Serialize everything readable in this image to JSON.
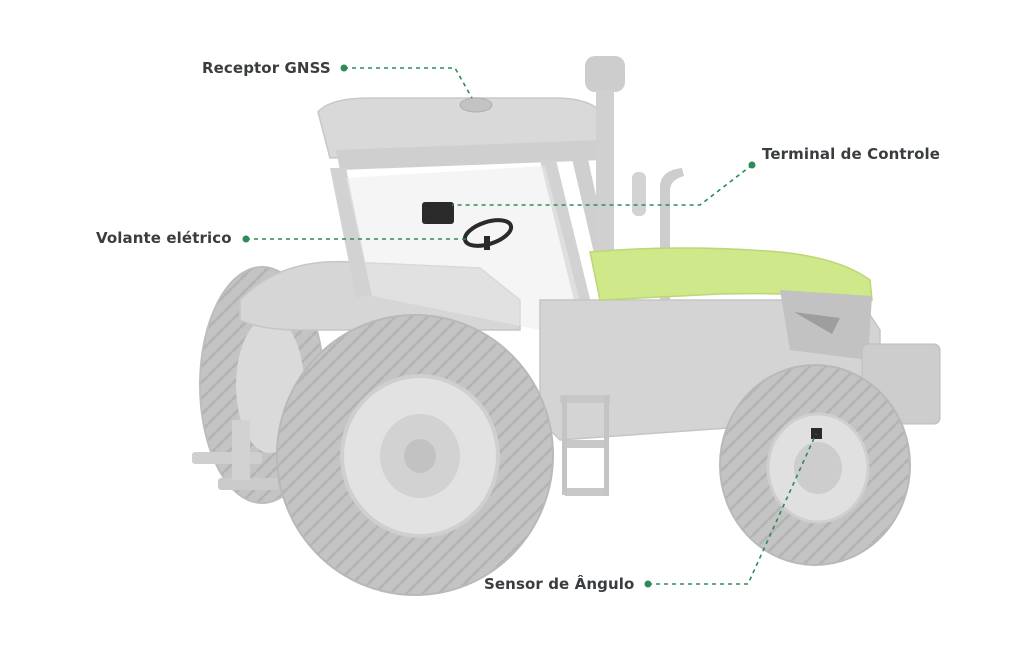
{
  "diagram": {
    "callouts": [
      {
        "id": "gnss",
        "label": "Receptor GNSS"
      },
      {
        "id": "terminal",
        "label": "Terminal de Controle"
      },
      {
        "id": "volante",
        "label": "Volante elétrico"
      },
      {
        "id": "sensor",
        "label": "Sensor de Ângulo"
      }
    ]
  },
  "colors": {
    "accent": "#2e8b57",
    "hood": "#cfe88a",
    "body": "#d9d9d9",
    "tire": "#c7c7c7",
    "label": "#3a3d40"
  }
}
